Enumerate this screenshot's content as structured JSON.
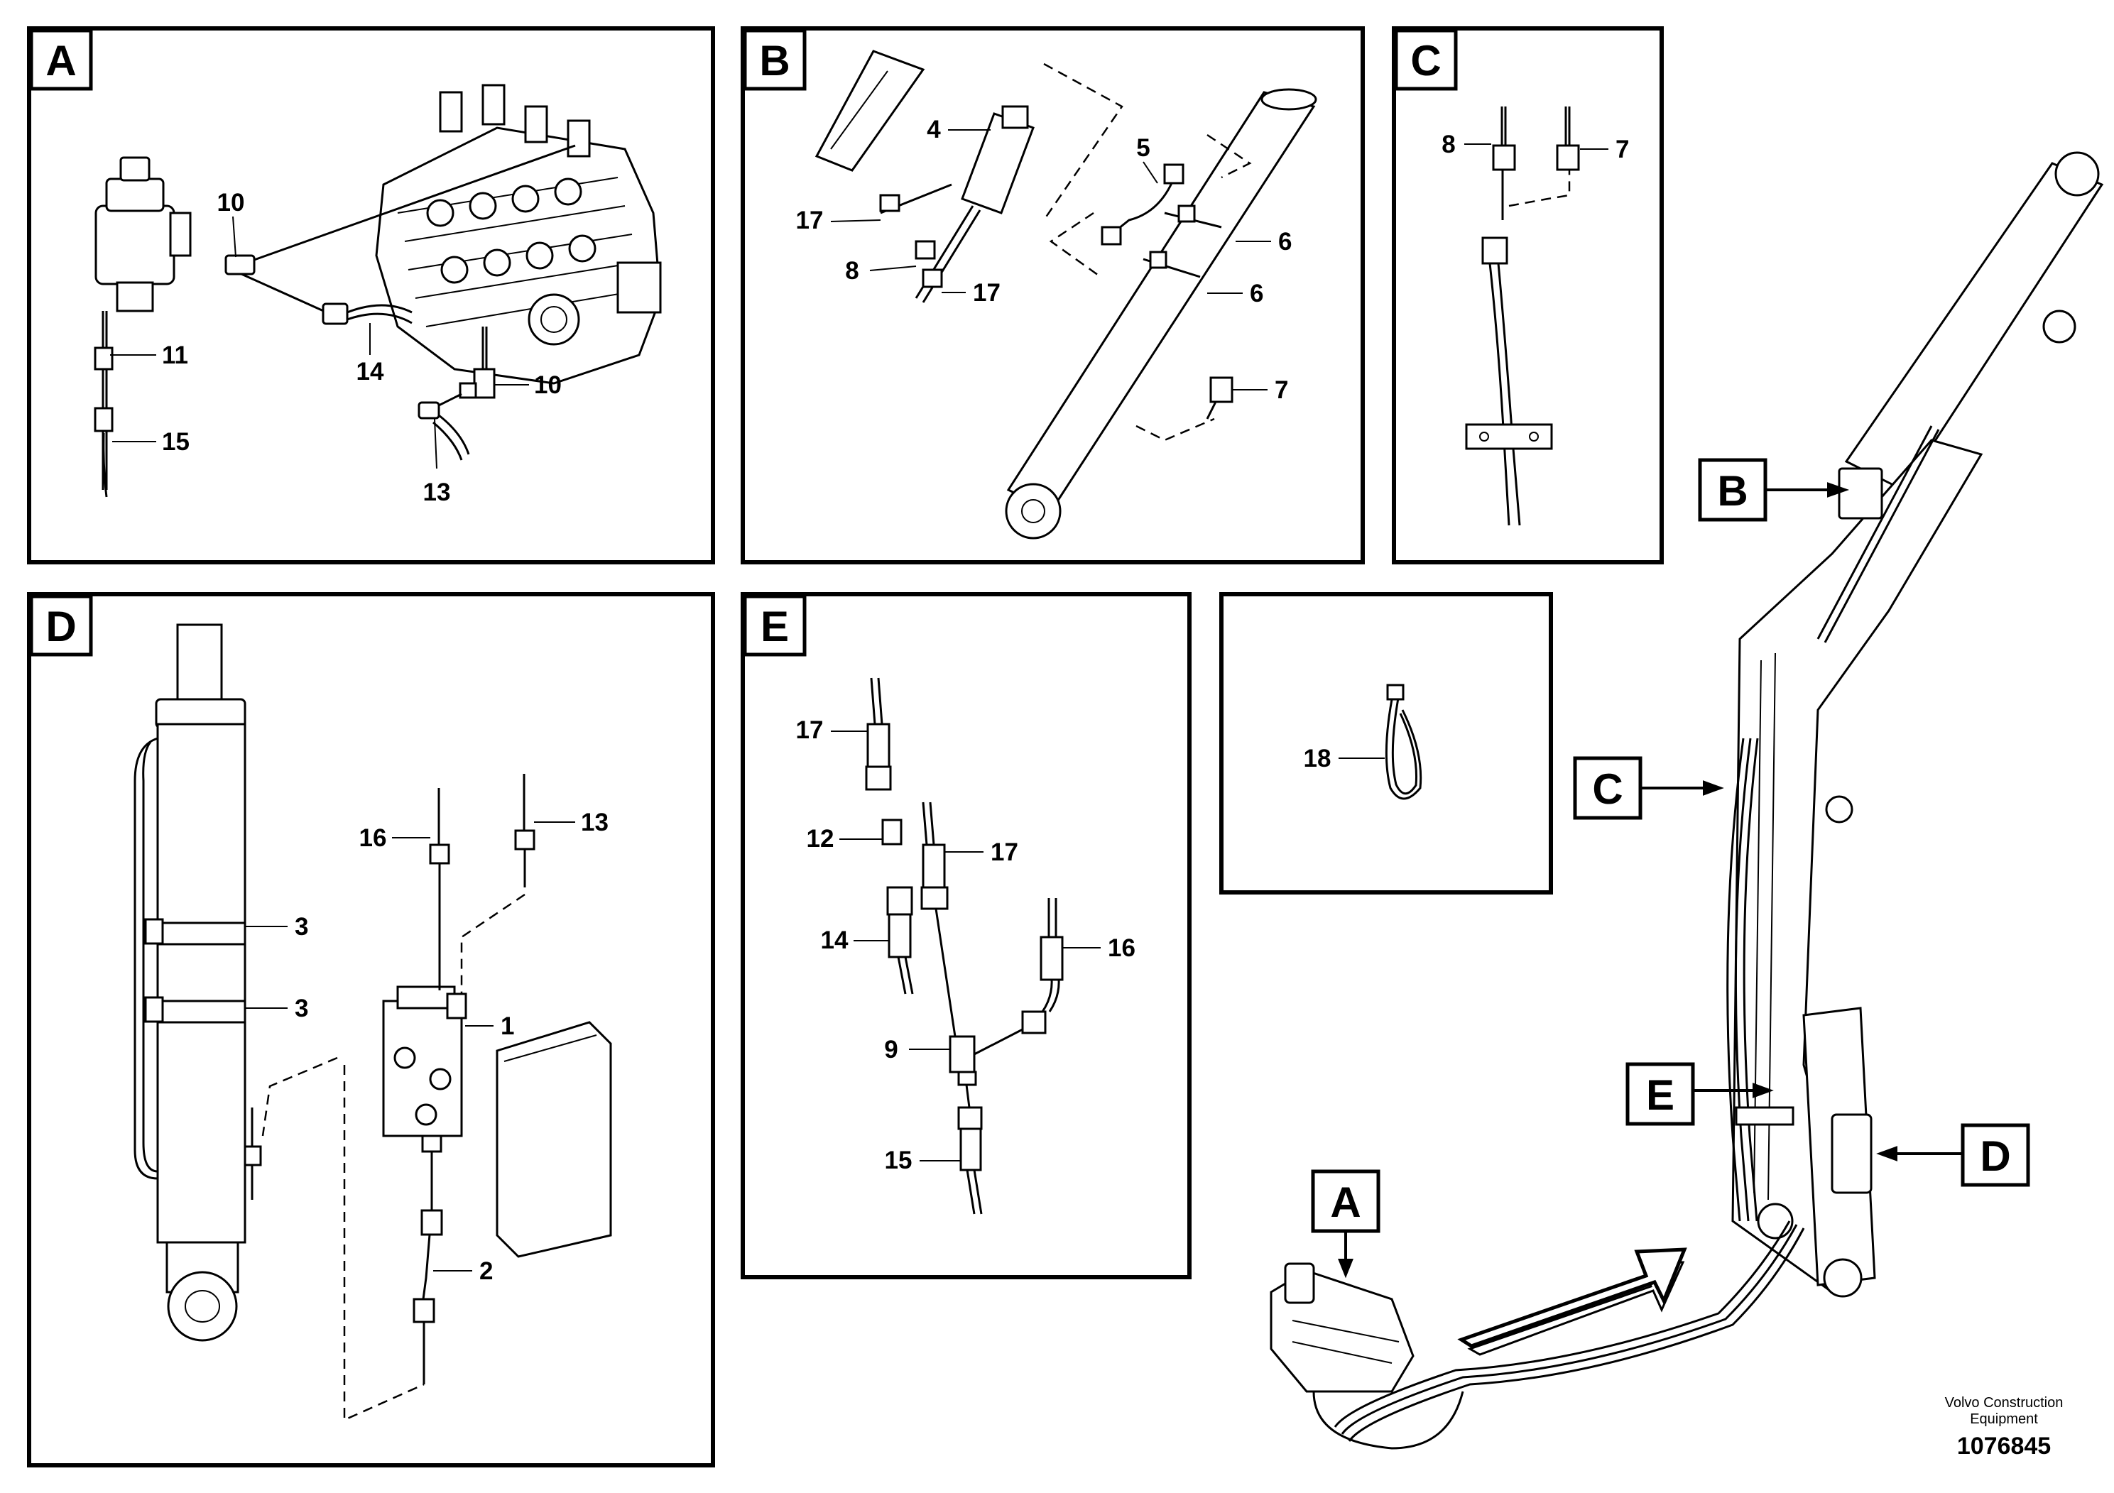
{
  "panels": [
    {
      "id": "A",
      "callouts": [
        "10",
        "11",
        "14",
        "10",
        "15",
        "13"
      ]
    },
    {
      "id": "B",
      "callouts": [
        "4",
        "5",
        "17",
        "6",
        "8",
        "17",
        "6",
        "7"
      ]
    },
    {
      "id": "C",
      "callouts": [
        "8",
        "7"
      ]
    },
    {
      "id": "D",
      "callouts": [
        "16",
        "13",
        "3",
        "3",
        "1",
        "2"
      ]
    },
    {
      "id": "E",
      "callouts": [
        "17",
        "12",
        "17",
        "14",
        "16",
        "9",
        "15"
      ]
    },
    {
      "id": "",
      "callouts": [
        "18"
      ]
    }
  ],
  "overview_tags": [
    "B",
    "C",
    "E",
    "D",
    "A"
  ],
  "footer": {
    "line1": "Volvo Construction",
    "line2": "Equipment",
    "doc_number": "1076845"
  },
  "icons": [
    "flow-arrow-icon"
  ],
  "colors": {
    "ink": "#000000",
    "paper": "#ffffff"
  }
}
